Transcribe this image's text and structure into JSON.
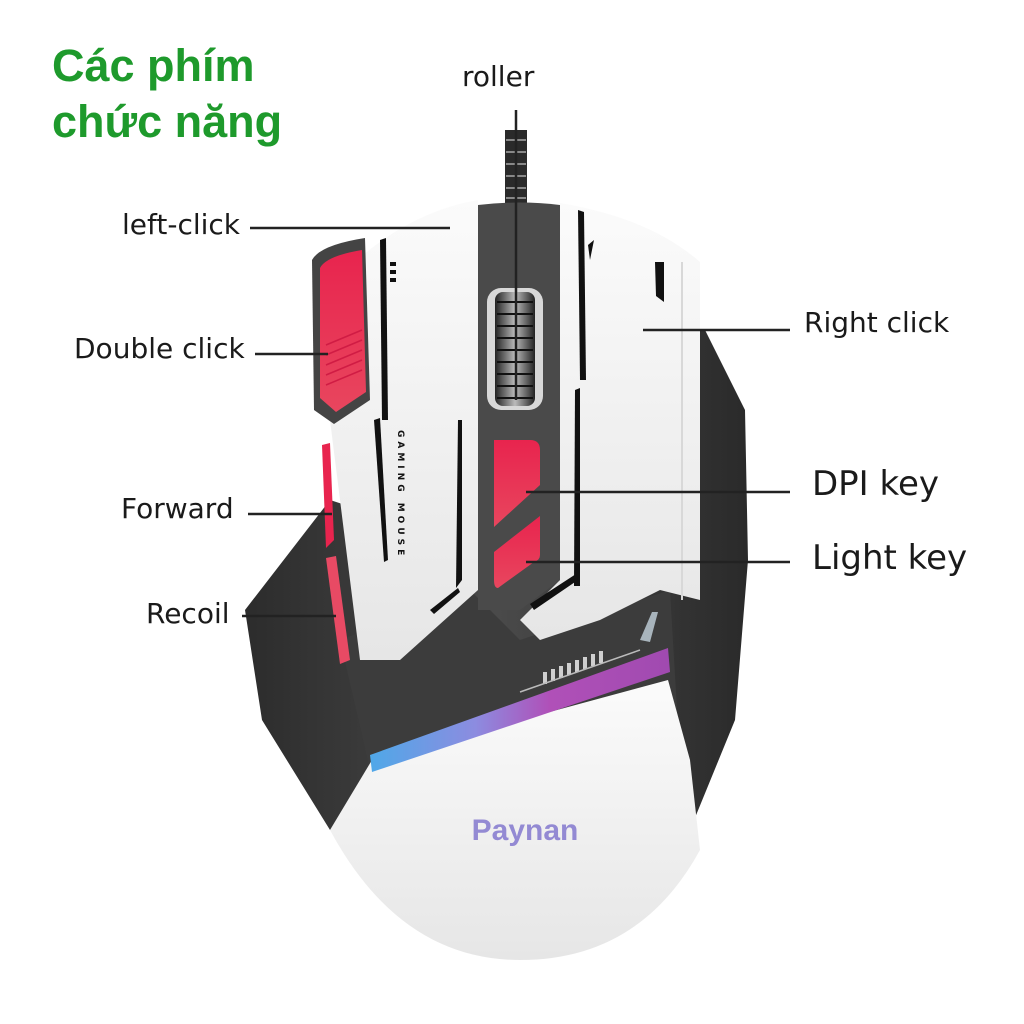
{
  "title": {
    "line1": "Các phím",
    "line2": "chức năng"
  },
  "labels": {
    "roller": "roller",
    "left_click": "left-click",
    "double_click": "Double click",
    "forward": "Forward",
    "recoil": "Recoil",
    "right_click": "Right click",
    "dpi_key": "DPI key",
    "light_key": "Light key"
  },
  "mouse": {
    "side_print": "GAMING MOUSE",
    "brand": "Paynan"
  },
  "colors": {
    "title_green": "#1e9a2c",
    "button_red": "#e8244e",
    "shell_white": "#f4f4f4",
    "shell_dark": "#3a3a3a",
    "rgb_blue": "#4fa8e8",
    "rgb_purple": "#a04ab0",
    "brand_purple": "#8a7fd0"
  }
}
